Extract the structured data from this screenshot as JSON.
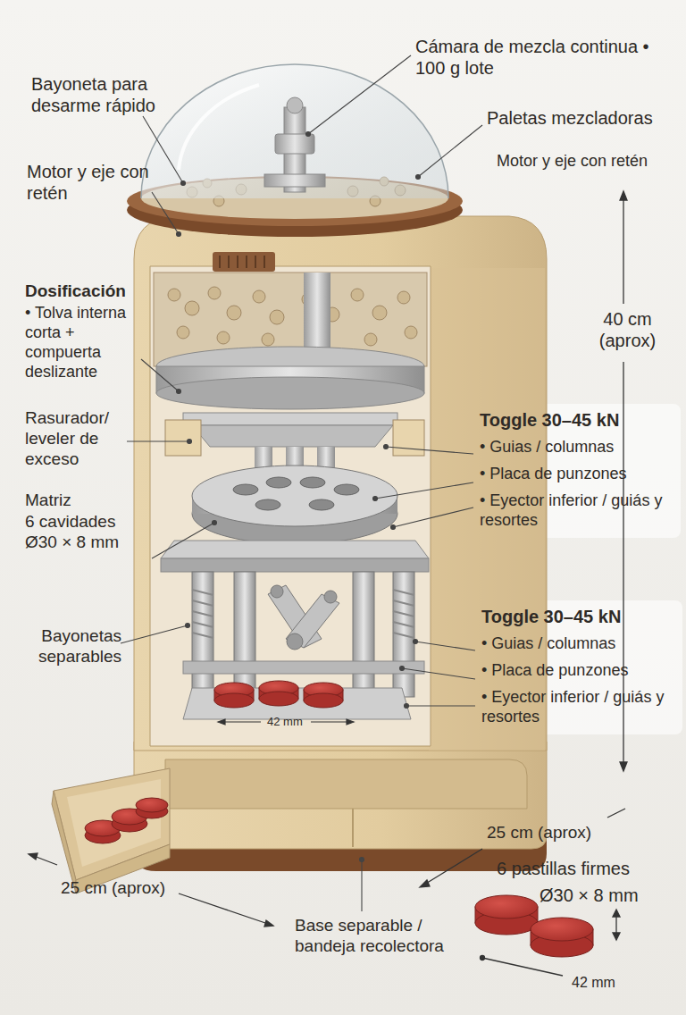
{
  "diagram": {
    "labels": [
      "Cámara de mezcla continua • 100 g lote",
      "Bayoneta para desarme rápido",
      "Paletas mezcladoras",
      "Motor y eje con retén",
      "Motor y eje con retén",
      "Dosificación",
      "• Tolva interna corta + compuerta deslizante",
      "40 cm (aprox)",
      "Rasurador/ leveler de exceso",
      "Toggle 30–45 kN",
      "• Guias / columnas",
      "• Placa de punzones",
      "• Eyector inferior / guiás y resortes",
      "Matriz",
      "6 cavidades Ø30 × 8 mm",
      "Bayonetas separables",
      "Toggle 30–45 kN",
      "• Guias / columnas",
      "• Placa de punzones",
      "• Eyector inferior / guiás y resortes",
      "42 mm",
      "25 cm  (aprox)",
      "25 cm (aprox)",
      "6 pastillas firmes",
      "Ø30 × 8 mm",
      "Base separable / bandeja recolectora",
      "42 mm"
    ]
  }
}
